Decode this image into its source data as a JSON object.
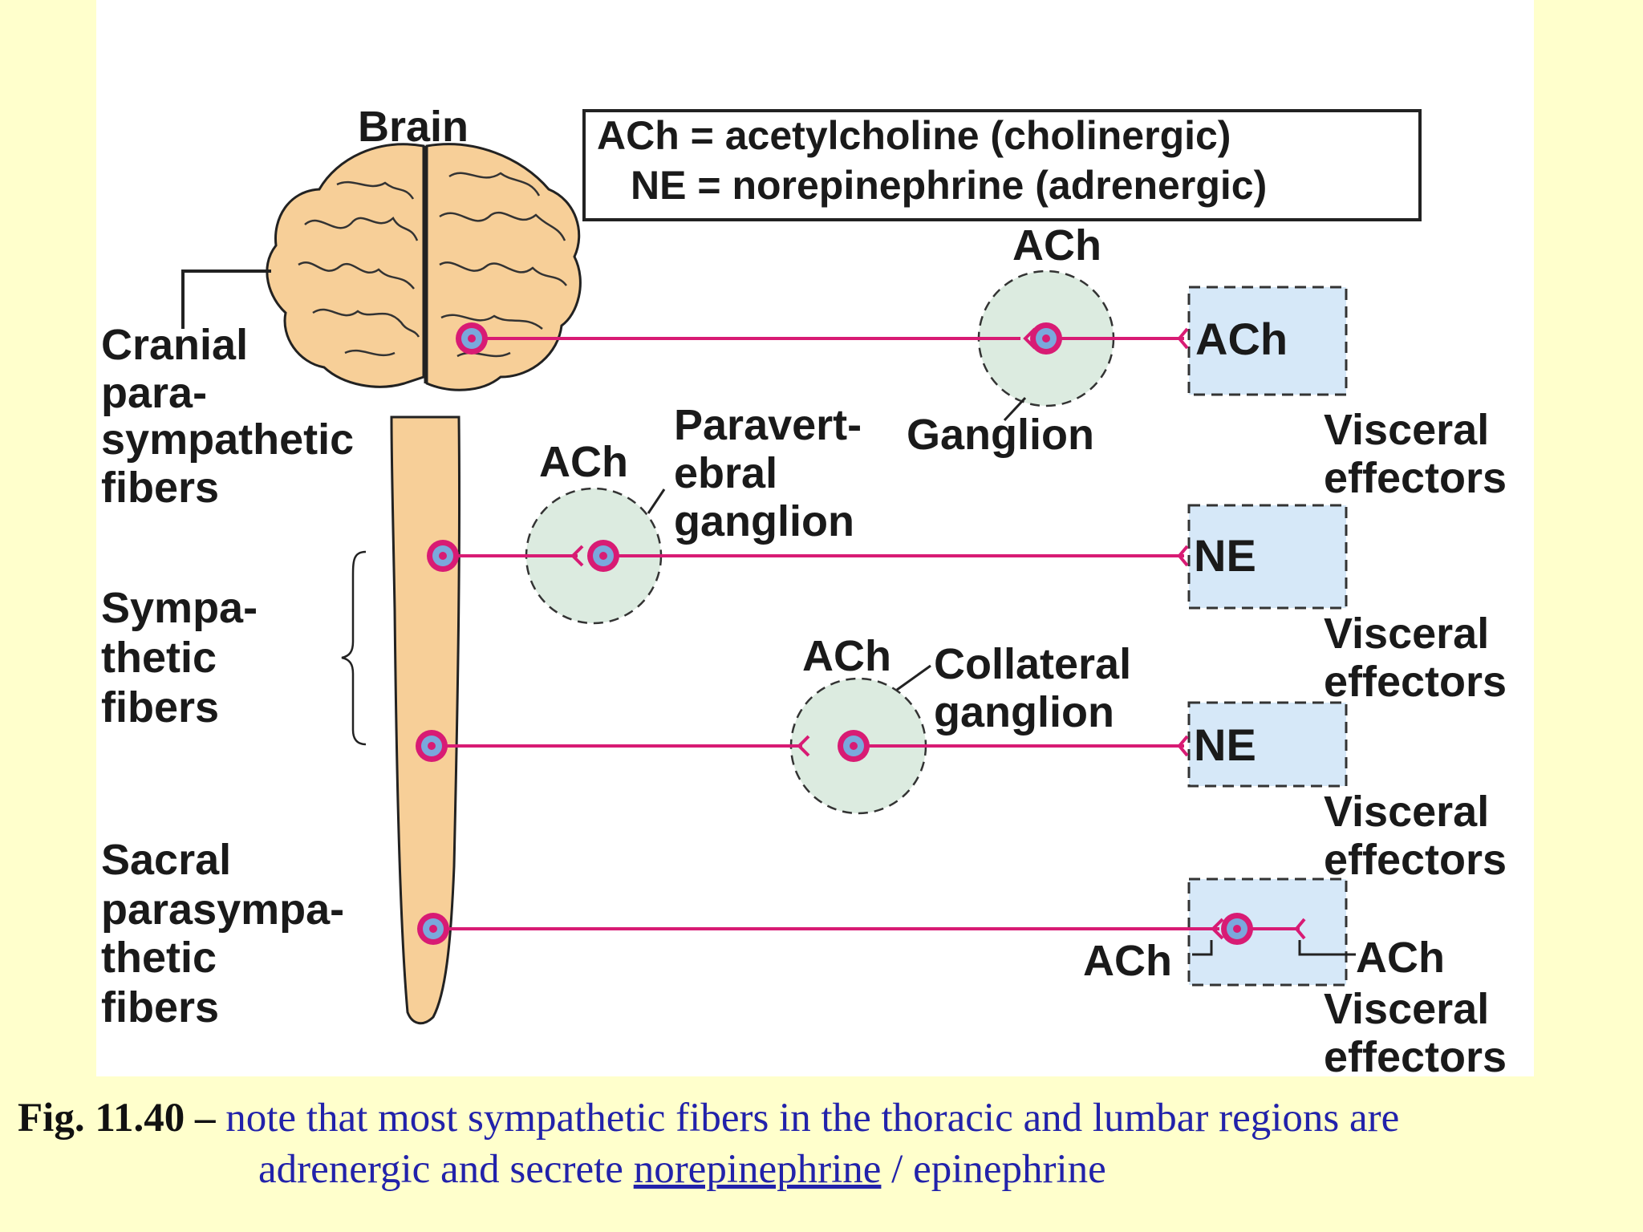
{
  "legend": {
    "ach_line": "ACh = acetylcholine (cholinergic)",
    "ne_line": "NE = norepinephrine (adrenergic)"
  },
  "labels": {
    "brain": "Brain",
    "cranial": [
      "Cranial",
      "para-",
      "sympathetic",
      "fibers"
    ],
    "sympathetic": [
      "Sympa-",
      "thetic",
      "fibers"
    ],
    "sacral": [
      "Sacral",
      "parasympa-",
      "thetic",
      "fibers"
    ],
    "paravertebral": [
      "Paravert-",
      "ebral",
      "ganglion"
    ],
    "ganglion": "Ganglion",
    "collateral": [
      "Collateral",
      "ganglion"
    ],
    "visceral_effectors": [
      "Visceral",
      "effectors"
    ]
  },
  "neurotransmitters": {
    "cranial_ganglion": "ACh",
    "cranial_effector": "ACh",
    "paravertebral_ganglion": "ACh",
    "paravertebral_effector": "NE",
    "collateral_ganglion": "ACh",
    "collateral_effector": "NE",
    "sacral_left": "ACh",
    "sacral_right": "ACh"
  },
  "caption": {
    "fig": "Fig. 11.40 –",
    "line1": "note that most sympathetic fibers in the thoracic and lumbar regions are",
    "line2_pre": "adrenergic and secrete",
    "line2_underlined": "norepinephrine",
    "line2_post": "/ epinephrine"
  },
  "colors": {
    "background": "#ffffcc",
    "panel": "#ffffff",
    "brain": "#f7cf98",
    "fiber": "#d81b74",
    "ganglion_fill": "#dcebe0",
    "effector_fill": "#d6e8f8",
    "caption_text": "#2222aa"
  }
}
